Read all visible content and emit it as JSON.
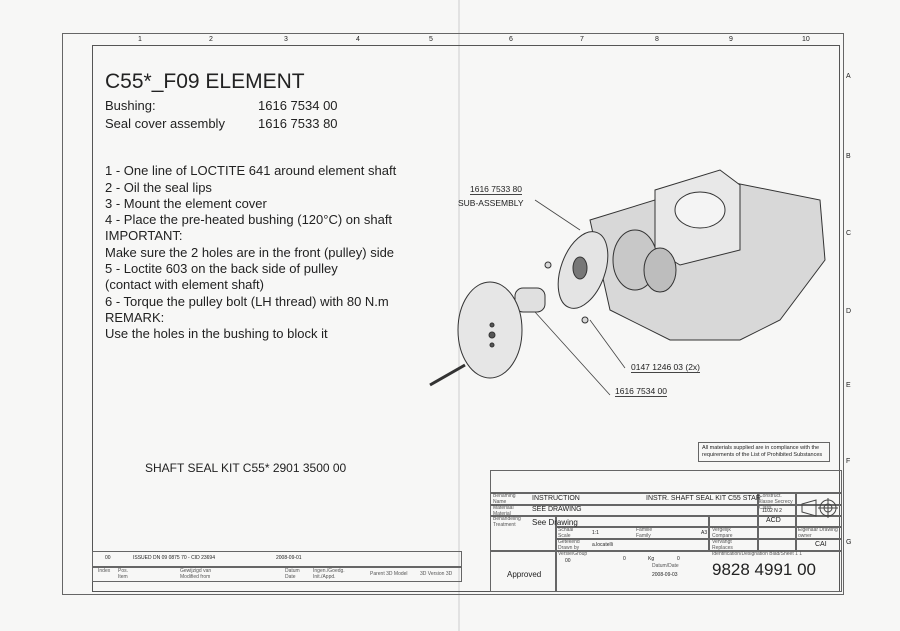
{
  "grid": {
    "columns": [
      "1",
      "2",
      "3",
      "4",
      "5",
      "6",
      "7",
      "8",
      "9",
      "10"
    ],
    "rows": [
      "A",
      "B",
      "C",
      "D",
      "E",
      "F",
      "G"
    ]
  },
  "header": {
    "title": "C55*_F09 ELEMENT",
    "parts": [
      {
        "name": "Bushing:",
        "number": "1616 7534 00"
      },
      {
        "name": "Seal cover assembly",
        "number": "1616 7533 80"
      }
    ]
  },
  "instructions": [
    "1 - One line of LOCTITE 641 around element shaft",
    "2 - Oil the seal lips",
    "3 - Mount the element cover",
    "4 - Place the pre-heated bushing (120°C) on shaft",
    "IMPORTANT:",
    "Make sure the 2 holes are in the front (pulley) side",
    "5 - Loctite 603 on the back side of pulley",
    "(contact with element shaft)",
    "6 - Torque the pulley bolt (LH thread) with 80 N.m",
    "REMARK:",
    "Use the holes in the bushing to block it"
  ],
  "kit": "SHAFT SEAL KIT C55*  2901 3500 00",
  "callouts": {
    "subassembly_number": "1616 7533 80",
    "subassembly_label": "SUB-ASSEMBLY",
    "screw": "0147 1246 03 (2x)",
    "bushing": "1616 7534 00"
  },
  "compliance": "All materials supplied are in compliance with the requirements of the List of Prohibited Substances",
  "title_block": {
    "name_label": "Benaming Name",
    "name": "INSTRUCTION",
    "description": "INSTR. SHAFT SEAL KIT C55 STAR",
    "material_label": "Materiaal Material",
    "material": "SEE DRAWING",
    "treatment_label": "Behandeling Treatment",
    "treatment": "See Drawing",
    "class_label": "Construct. klasse Secrecy Class",
    "class_code": "1102 N  2",
    "class": "ACD",
    "scale_label": "Schaal Scale",
    "scale": "1:1",
    "family_label": "Familie Family",
    "format": "A3",
    "compare_label": "Vergelijk Compare",
    "drawn_label": "Getekend Drawn by",
    "drawn_by": "a.locatelli",
    "replaces_label": "Vervangt Replaces",
    "owner_label": "Eigenaar Drawing owner",
    "owner": "CAI",
    "version_label": "Versie/Group",
    "version": "00",
    "weight1": "0",
    "weight2": "0",
    "unit": "Kg",
    "approved": "Approved",
    "date_label": "Datum/Date",
    "date": "2008-09-03",
    "number_label": "Identification/Designation  Blad/Sheet  1  1",
    "number": "9828 4991 00"
  },
  "revision": {
    "index": "00",
    "description": "ISSUED DN 09 0875 70 - CID 23694",
    "date": "2008-09-01",
    "headers": [
      "Index",
      "Pos. Item",
      "Gewijzigd van Modified from",
      "Datum Date",
      "Ingen./Goedg. Init./Appd.",
      "Parent 3D Model",
      "3D Version 3D"
    ]
  }
}
